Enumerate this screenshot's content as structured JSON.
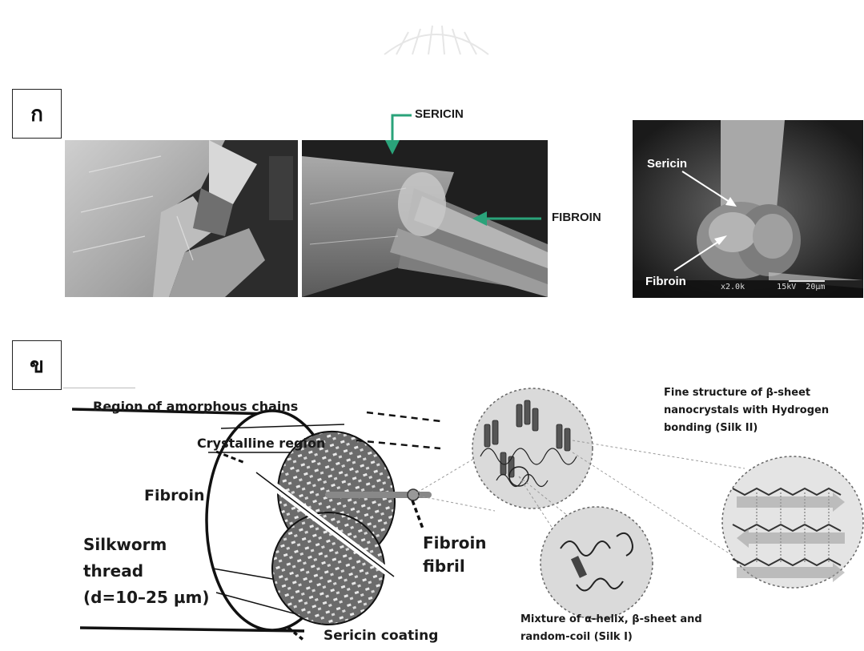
{
  "panel_a": {
    "label": "ก",
    "images": {
      "left": {
        "alt": "SEM image of fractured silk fiber"
      },
      "middle": {
        "annotations": {
          "top": "SERICIN",
          "right": "FIBROIN"
        }
      },
      "right": {
        "annotations": {
          "upper": "Sericin",
          "lower": "Fibroin"
        },
        "scalebar": {
          "mag": "x2.0k",
          "voltage": "15kV",
          "scale": "20μm"
        }
      }
    }
  },
  "panel_b": {
    "label": "ข",
    "labels": {
      "amorphous": "Region of amorphous chains",
      "crystalline": "Crystalline region",
      "fibroin": "Fibroin",
      "silkworm_line1": "Silkworm",
      "silkworm_line2": "thread",
      "diameter": "(d=10–25 µm)",
      "fibril_line1": "Fibroin",
      "fibril_line2": "fibril",
      "sericin_coating": "Sericin coating",
      "beta_line1": "Fine structure of β-sheet",
      "beta_line2": "nanocrystals with Hydrogen",
      "beta_line3": "bonding (Silk II)",
      "mix_line1": "Mixture of α-helix, β-sheet and",
      "mix_line2": "random-coil (Silk I)"
    }
  }
}
